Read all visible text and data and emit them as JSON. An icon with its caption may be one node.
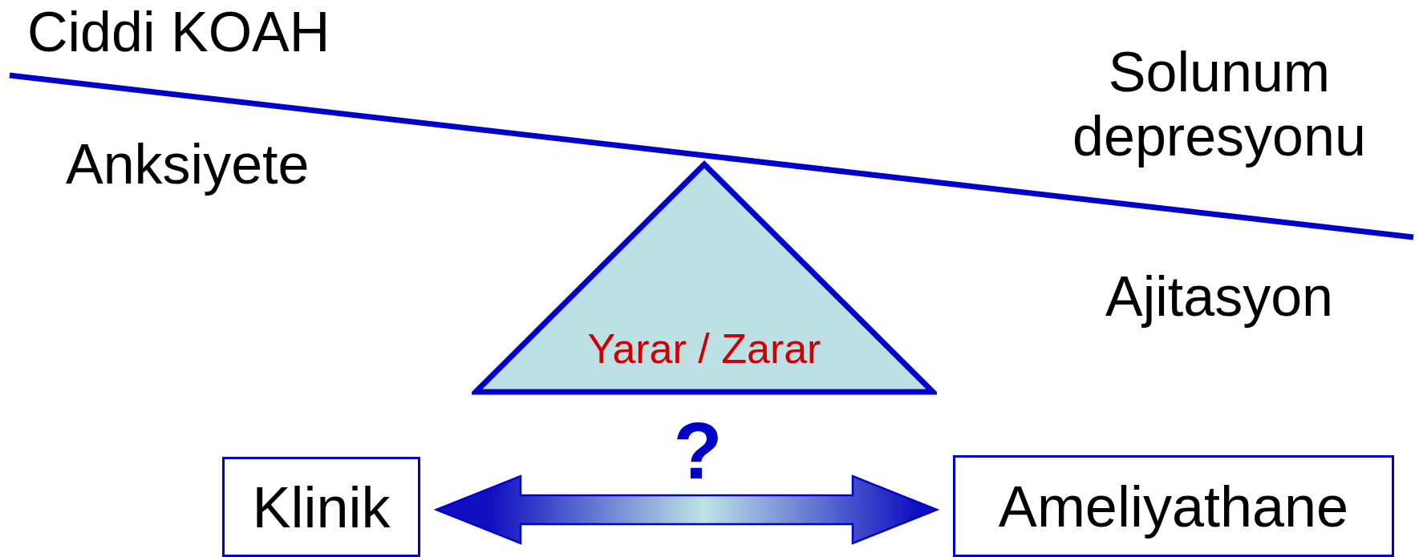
{
  "diagram": {
    "nodes": [
      {
        "text": [
          "Yarar / Zarar"
        ]
      },
      {
        "text": [
          "Klinik"
        ]
      },
      {
        "text": [
          "Ameliyathane"
        ]
      }
    ],
    "edges": [
      {
        "from": 1,
        "to": 2,
        "arrow": "both",
        "label": "?"
      }
    ],
    "labels": [
      "Ciddi KOAH",
      "Solunum depresyonu",
      "Anksiyete",
      "Ajitasyon"
    ]
  }
}
